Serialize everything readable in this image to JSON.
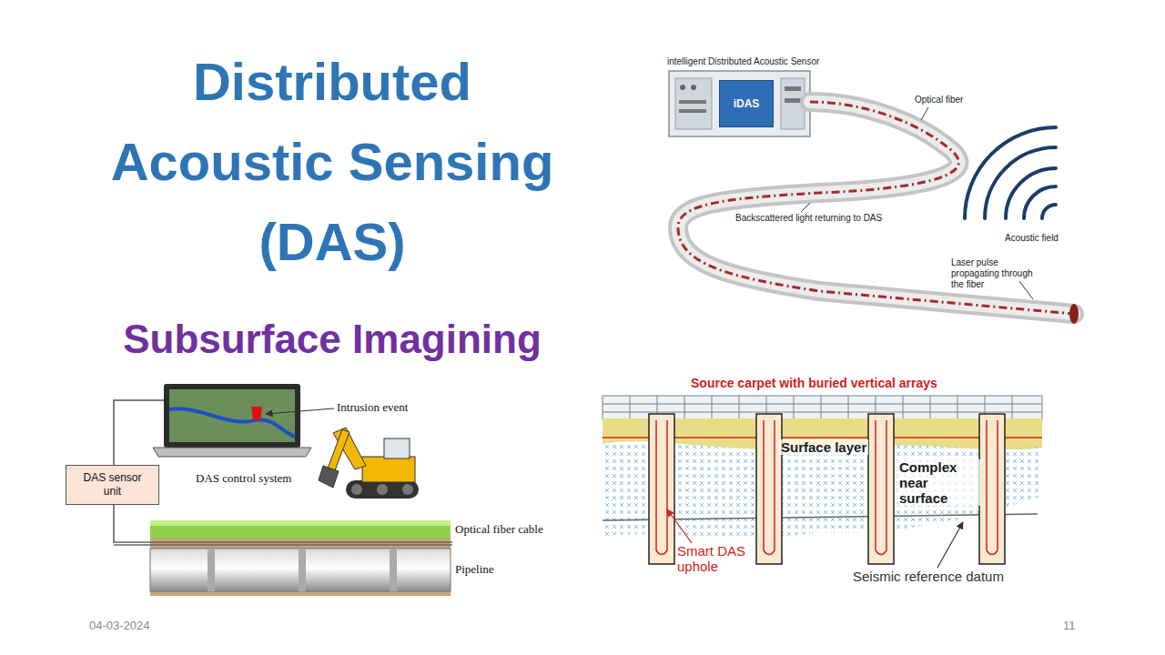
{
  "diagram": {
    "title": "Distributed Acoustic Sensing (DAS)",
    "nodes": [
      {
        "text": [
          "iDAS"
        ]
      },
      {
        "text": [
          "DAS sensor unit"
        ]
      }
    ],
    "labels": [
      "Subsurface Imagining",
      "intelligent Distributed Acoustic Sensor",
      "Optical fiber",
      "Backscattered light returning to DAS",
      "Acoustic field",
      "Laser pulse propagating through the fiber",
      "Intrusion event",
      "DAS control system",
      "Optical fiber cable",
      "Pipeline",
      "Source carpet with buried vertical arrays",
      "Surface layer",
      "Complex near surface",
      "Smart DAS uphole",
      "Seismic reference datum",
      "04-03-2024",
      "11"
    ]
  }
}
